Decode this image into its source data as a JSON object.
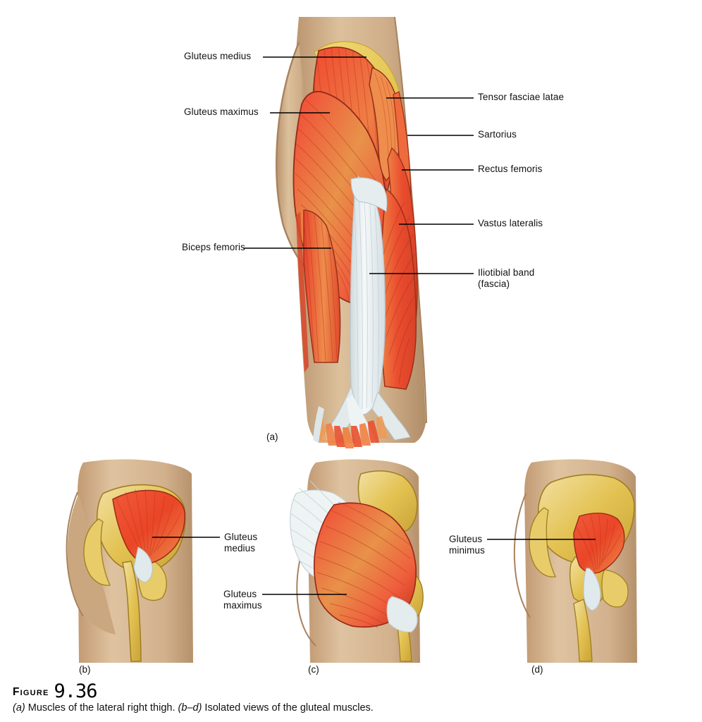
{
  "figure": {
    "label_word": "Figure",
    "number": "9.36",
    "caption_parts": {
      "a_mark": "(a)",
      "a_text": " Muscles of the lateral right thigh. ",
      "bd_mark": "(b–d)",
      "bd_text": " Isolated views of the gluteal muscles."
    }
  },
  "panels": {
    "a": {
      "marker": "(a)"
    },
    "b": {
      "marker": "(b)"
    },
    "c": {
      "marker": "(c)"
    },
    "d": {
      "marker": "(d)"
    }
  },
  "labels_main": {
    "gluteus_medius": "Gluteus medius",
    "gluteus_maximus": "Gluteus maximus",
    "biceps_femoris": "Biceps femoris",
    "tensor_fasciae_latae": "Tensor fasciae latae",
    "sartorius": "Sartorius",
    "rectus_femoris": "Rectus femoris",
    "vastus_lateralis": "Vastus lateralis",
    "iliotibial_band_line1": "Iliotibial band",
    "iliotibial_band_line2": "(fascia)"
  },
  "labels_panels": {
    "b_gluteus_medius_l1": "Gluteus",
    "b_gluteus_medius_l2": "medius",
    "c_gluteus_maximus_l1": "Gluteus",
    "c_gluteus_maximus_l2": "maximus",
    "d_gluteus_minimus_l1": "Gluteus",
    "d_gluteus_minimus_l2": "minimus"
  },
  "colors": {
    "skin": "#cda882",
    "skin_light": "#e2c6a4",
    "skin_shadow": "#b08d68",
    "muscle_red": "#e8442c",
    "muscle_red_light": "#f4603f",
    "muscle_orange": "#e8924a",
    "muscle_deep": "#c4301f",
    "fascia_white": "#dfe7ea",
    "fascia_white_bright": "#f2f6f7",
    "bone_yellow": "#e5c44f",
    "bone_yellow_light": "#f0dc94",
    "bone_shadow": "#c9a338",
    "outline": "#3a2a1c",
    "leader": "#000000"
  }
}
